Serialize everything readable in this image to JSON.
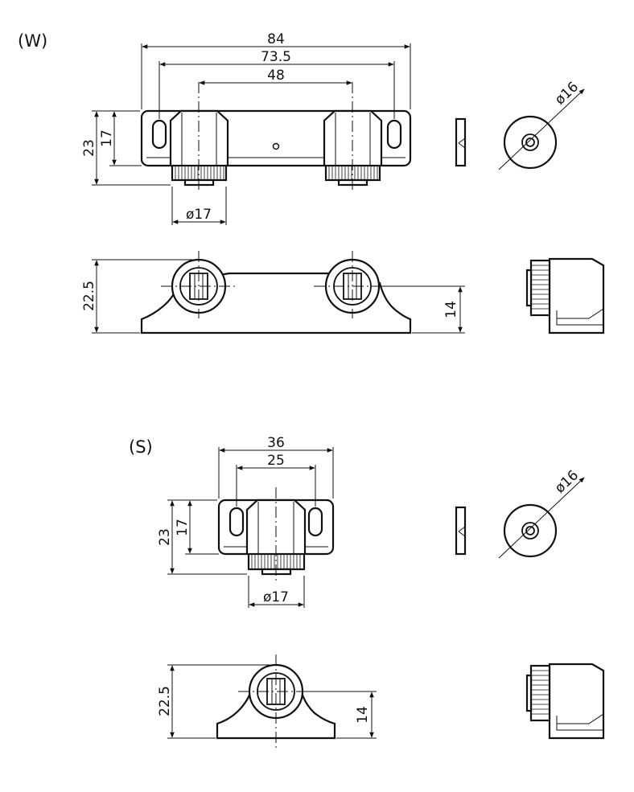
{
  "labels": {
    "variant_w": "(W)",
    "variant_s": "(S)"
  },
  "dimensions": {
    "w_width_overall": "84",
    "w_slot_pitch": "73.5",
    "w_center_pitch": "48",
    "w_height_overall": "23",
    "w_body_height": "17",
    "w_knob_dia": "ø17",
    "w_pad_dia": "ø16",
    "w_side_height": "22.5",
    "w_axis_height": "14",
    "s_width_overall": "36",
    "s_slot_pitch": "25",
    "s_height_overall": "23",
    "s_body_height": "17",
    "s_knob_dia": "ø17",
    "s_pad_dia": "ø16",
    "s_side_height": "22.5",
    "s_axis_height": "14"
  },
  "colors": {
    "line": "#111111",
    "background": "#ffffff"
  }
}
